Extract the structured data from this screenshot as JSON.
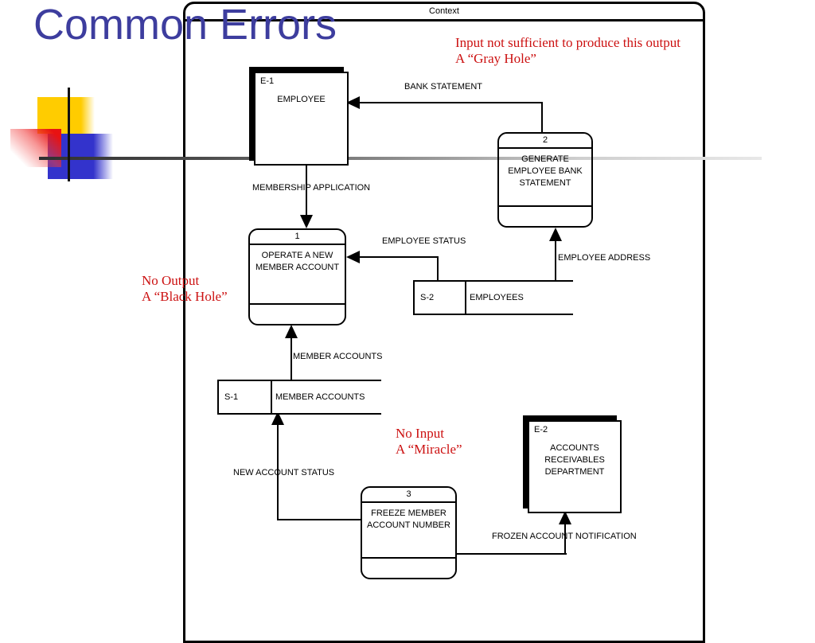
{
  "slide": {
    "title": "Common Errors"
  },
  "frame": {
    "tab_label": "Context"
  },
  "annotations": {
    "gray_hole": {
      "line1": "Input not sufficient to produce this output",
      "line2": "A “Gray Hole”"
    },
    "black_hole": {
      "line1": "No Output",
      "line2": "A “Black Hole”"
    },
    "miracle": {
      "line1": "No Input",
      "line2": "A “Miracle”"
    }
  },
  "entities": {
    "e1": {
      "id": "E-1",
      "name": "EMPLOYEE"
    },
    "e2": {
      "id": "E-2",
      "line1": "ACCOUNTS",
      "line2": "RECEIVABLES",
      "line3": "DEPARTMENT"
    }
  },
  "processes": {
    "p1": {
      "number": "1",
      "line1": "OPERATE A NEW",
      "line2": "MEMBER ACCOUNT"
    },
    "p2": {
      "number": "2",
      "line1": "GENERATE",
      "line2": "EMPLOYEE BANK",
      "line3": "STATEMENT"
    },
    "p3": {
      "number": "3",
      "line1": "FREEZE MEMBER",
      "line2": "ACCOUNT NUMBER"
    }
  },
  "datastores": {
    "s1": {
      "id": "S-1",
      "name": "MEMBER ACCOUNTS"
    },
    "s2": {
      "id": "S-2",
      "name": "EMPLOYEES"
    }
  },
  "flows": {
    "bank_statement": "BANK STATEMENT",
    "membership_application": "MEMBERSHIP APPLICATION",
    "employee_status": "EMPLOYEE STATUS",
    "employee_address": "EMPLOYEE ADDRESS",
    "member_accounts": "MEMBER ACCOUNTS",
    "new_account_status": "NEW ACCOUNT STATUS",
    "frozen_account_notification": "FROZEN ACCOUNT NOTIFICATION"
  },
  "colors": {
    "title_blue": "#3D3D9E",
    "annotation_red": "#CC1111",
    "accent_yellow": "#FFCC00",
    "accent_blue": "#3333CC",
    "accent_red": "#E81212",
    "line_black": "#000000"
  }
}
